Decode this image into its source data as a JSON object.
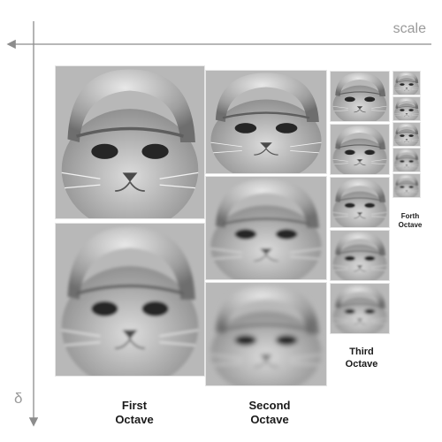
{
  "axes": {
    "horizontal_label": "scale",
    "vertical_label": "δ",
    "axis_color": "#8c8c8c"
  },
  "octaves": [
    {
      "label_line1": "First",
      "label_line2": "Octave",
      "images": 2,
      "blur_levels": [
        0,
        0.4
      ]
    },
    {
      "label_line1": "Second",
      "label_line2": "Octave",
      "images": 3,
      "blur_levels": [
        0,
        0.6,
        1.0
      ]
    },
    {
      "label_line1": "Third",
      "label_line2": "Octave",
      "images": 5,
      "blur_levels": [
        0,
        0.3,
        0.6,
        0.9,
        1.3
      ]
    },
    {
      "label_line1": "Forth",
      "label_line2": "Octave",
      "images": 5,
      "blur_levels": [
        0,
        0.3,
        0.6,
        0.9,
        1.3
      ]
    }
  ],
  "image_subject": "cat-wearing-melon-helmet"
}
